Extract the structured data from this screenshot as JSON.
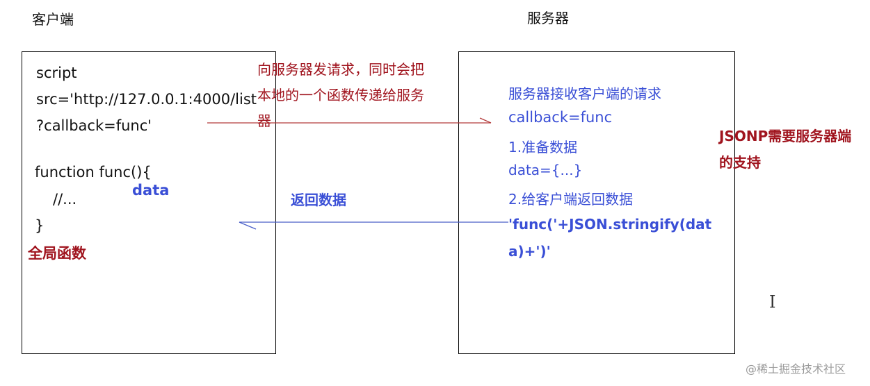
{
  "client": {
    "heading": "客户端",
    "code_lines": [
      "script",
      "src='http://127.0.0.1:4000/list",
      "?callback=func'",
      "function func(){",
      "//...",
      "}"
    ],
    "data_label": "data",
    "global_fn_label": "全局函数"
  },
  "server": {
    "heading": "服务器",
    "lines": [
      "服务器接收客户端的请求",
      "callback=func",
      "1.准备数据",
      "data={...}",
      "2.给客户端返回数据",
      "'func('+JSON.stringify(dat",
      "a)+')'"
    ]
  },
  "request_note": {
    "lines": [
      "向服务器发请求，同时会把",
      "本地的一个函数传递给服务",
      "器"
    ]
  },
  "response_note": "返回数据",
  "jsonp_note": {
    "lines": [
      "JSONP需要服务器端",
      "的支持"
    ]
  },
  "cursor_glyph": "I",
  "watermark": "@稀土掘金技术社区",
  "colors": {
    "red_note": "#a0141e",
    "blue_note": "#3a4fd6",
    "request_arrow": "#b33a3a",
    "response_arrow": "#4a5fc8"
  }
}
